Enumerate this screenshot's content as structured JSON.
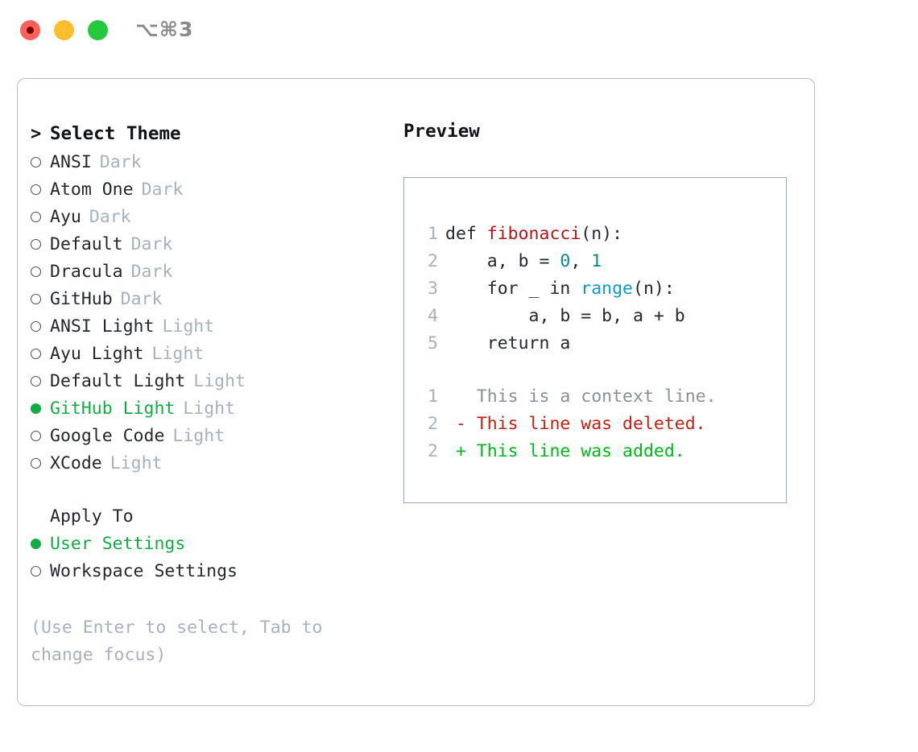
{
  "titlebar": {
    "shortcut": "⌥⌘3",
    "lights": [
      "close",
      "minimize",
      "maximize"
    ]
  },
  "theme_list": {
    "header": "Select Theme",
    "header_marker": ">",
    "items": [
      {
        "label": "ANSI",
        "tag": "Dark",
        "selected": false
      },
      {
        "label": "Atom One",
        "tag": "Dark",
        "selected": false
      },
      {
        "label": "Ayu",
        "tag": "Dark",
        "selected": false
      },
      {
        "label": "Default",
        "tag": "Dark",
        "selected": false
      },
      {
        "label": "Dracula",
        "tag": "Dark",
        "selected": false
      },
      {
        "label": "GitHub",
        "tag": "Dark",
        "selected": false
      },
      {
        "label": "ANSI Light",
        "tag": "Light",
        "selected": false
      },
      {
        "label": "Ayu Light",
        "tag": "Light",
        "selected": false
      },
      {
        "label": "Default Light",
        "tag": "Light",
        "selected": false
      },
      {
        "label": "GitHub Light",
        "tag": "Light",
        "selected": true
      },
      {
        "label": "Google Code",
        "tag": "Light",
        "selected": false
      },
      {
        "label": "XCode",
        "tag": "Light",
        "selected": false
      }
    ]
  },
  "apply_to": {
    "header": "Apply To",
    "items": [
      {
        "label": "User Settings",
        "selected": true
      },
      {
        "label": "Workspace Settings",
        "selected": false
      }
    ]
  },
  "hint": "(Use Enter to select, Tab to change focus)",
  "preview": {
    "title": "Preview",
    "code_lines": [
      {
        "num": "1",
        "tokens": [
          {
            "text": "def ",
            "type": "plain"
          },
          {
            "text": "fibonacci",
            "type": "func"
          },
          {
            "text": "(n):",
            "type": "plain"
          }
        ]
      },
      {
        "num": "2",
        "tokens": [
          {
            "text": "    a, b = ",
            "type": "plain"
          },
          {
            "text": "0",
            "type": "num"
          },
          {
            "text": ", ",
            "type": "plain"
          },
          {
            "text": "1",
            "type": "num"
          }
        ]
      },
      {
        "num": "3",
        "tokens": [
          {
            "text": "    for _ in ",
            "type": "plain"
          },
          {
            "text": "range",
            "type": "call"
          },
          {
            "text": "(n):",
            "type": "plain"
          }
        ]
      },
      {
        "num": "4",
        "tokens": [
          {
            "text": "        a, b = b, a + b",
            "type": "plain"
          }
        ]
      },
      {
        "num": "5",
        "tokens": [
          {
            "text": "    return a",
            "type": "plain"
          }
        ]
      }
    ],
    "diff_lines": [
      {
        "num": "1",
        "marker": " ",
        "text": " This is a context line.",
        "type": "ctx"
      },
      {
        "num": "2",
        "marker": "-",
        "text": " This line was deleted.",
        "type": "del"
      },
      {
        "num": "2",
        "marker": "+",
        "text": " This line was added.",
        "type": "add"
      }
    ]
  },
  "colors": {
    "accent_green": "#12ac44",
    "diff_add": "#00b81d",
    "diff_del": "#c61e10",
    "func": "#b3161a",
    "number": "#0d8a8a",
    "call": "#0b9cc9",
    "muted": "#a9b1bd",
    "border": "#b6bfcb"
  }
}
